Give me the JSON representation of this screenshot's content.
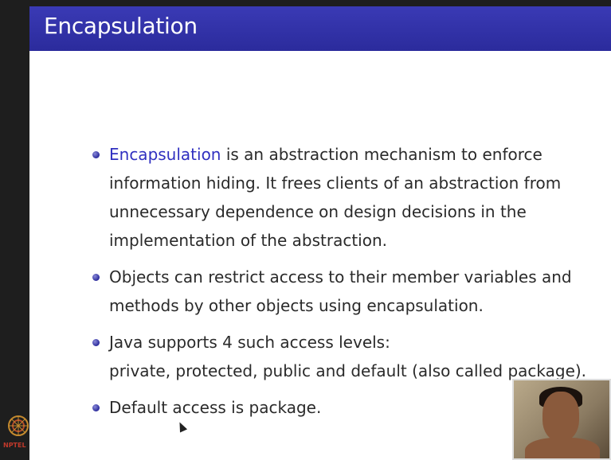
{
  "slide": {
    "title": "Encapsulation",
    "bullets": [
      {
        "highlight": "Encapsulation",
        "text": " is an abstraction mechanism to enforce information hiding. It frees clients of an abstraction from unnecessary dependence on design decisions in the implementation of the abstraction."
      },
      {
        "highlight": "",
        "text": "Objects can restrict access to their member variables and methods by other objects using encapsulation."
      },
      {
        "highlight": "",
        "text": "Java supports 4 such access levels:",
        "line2": "private, protected, public and default (also called package)."
      },
      {
        "highlight": "",
        "text": "Default access is package."
      }
    ]
  },
  "branding": {
    "logo_text": "NPTEL"
  },
  "colors": {
    "title_bar": "#2b2b9c",
    "highlight": "#3030c0",
    "text": "#2a2a2a"
  }
}
